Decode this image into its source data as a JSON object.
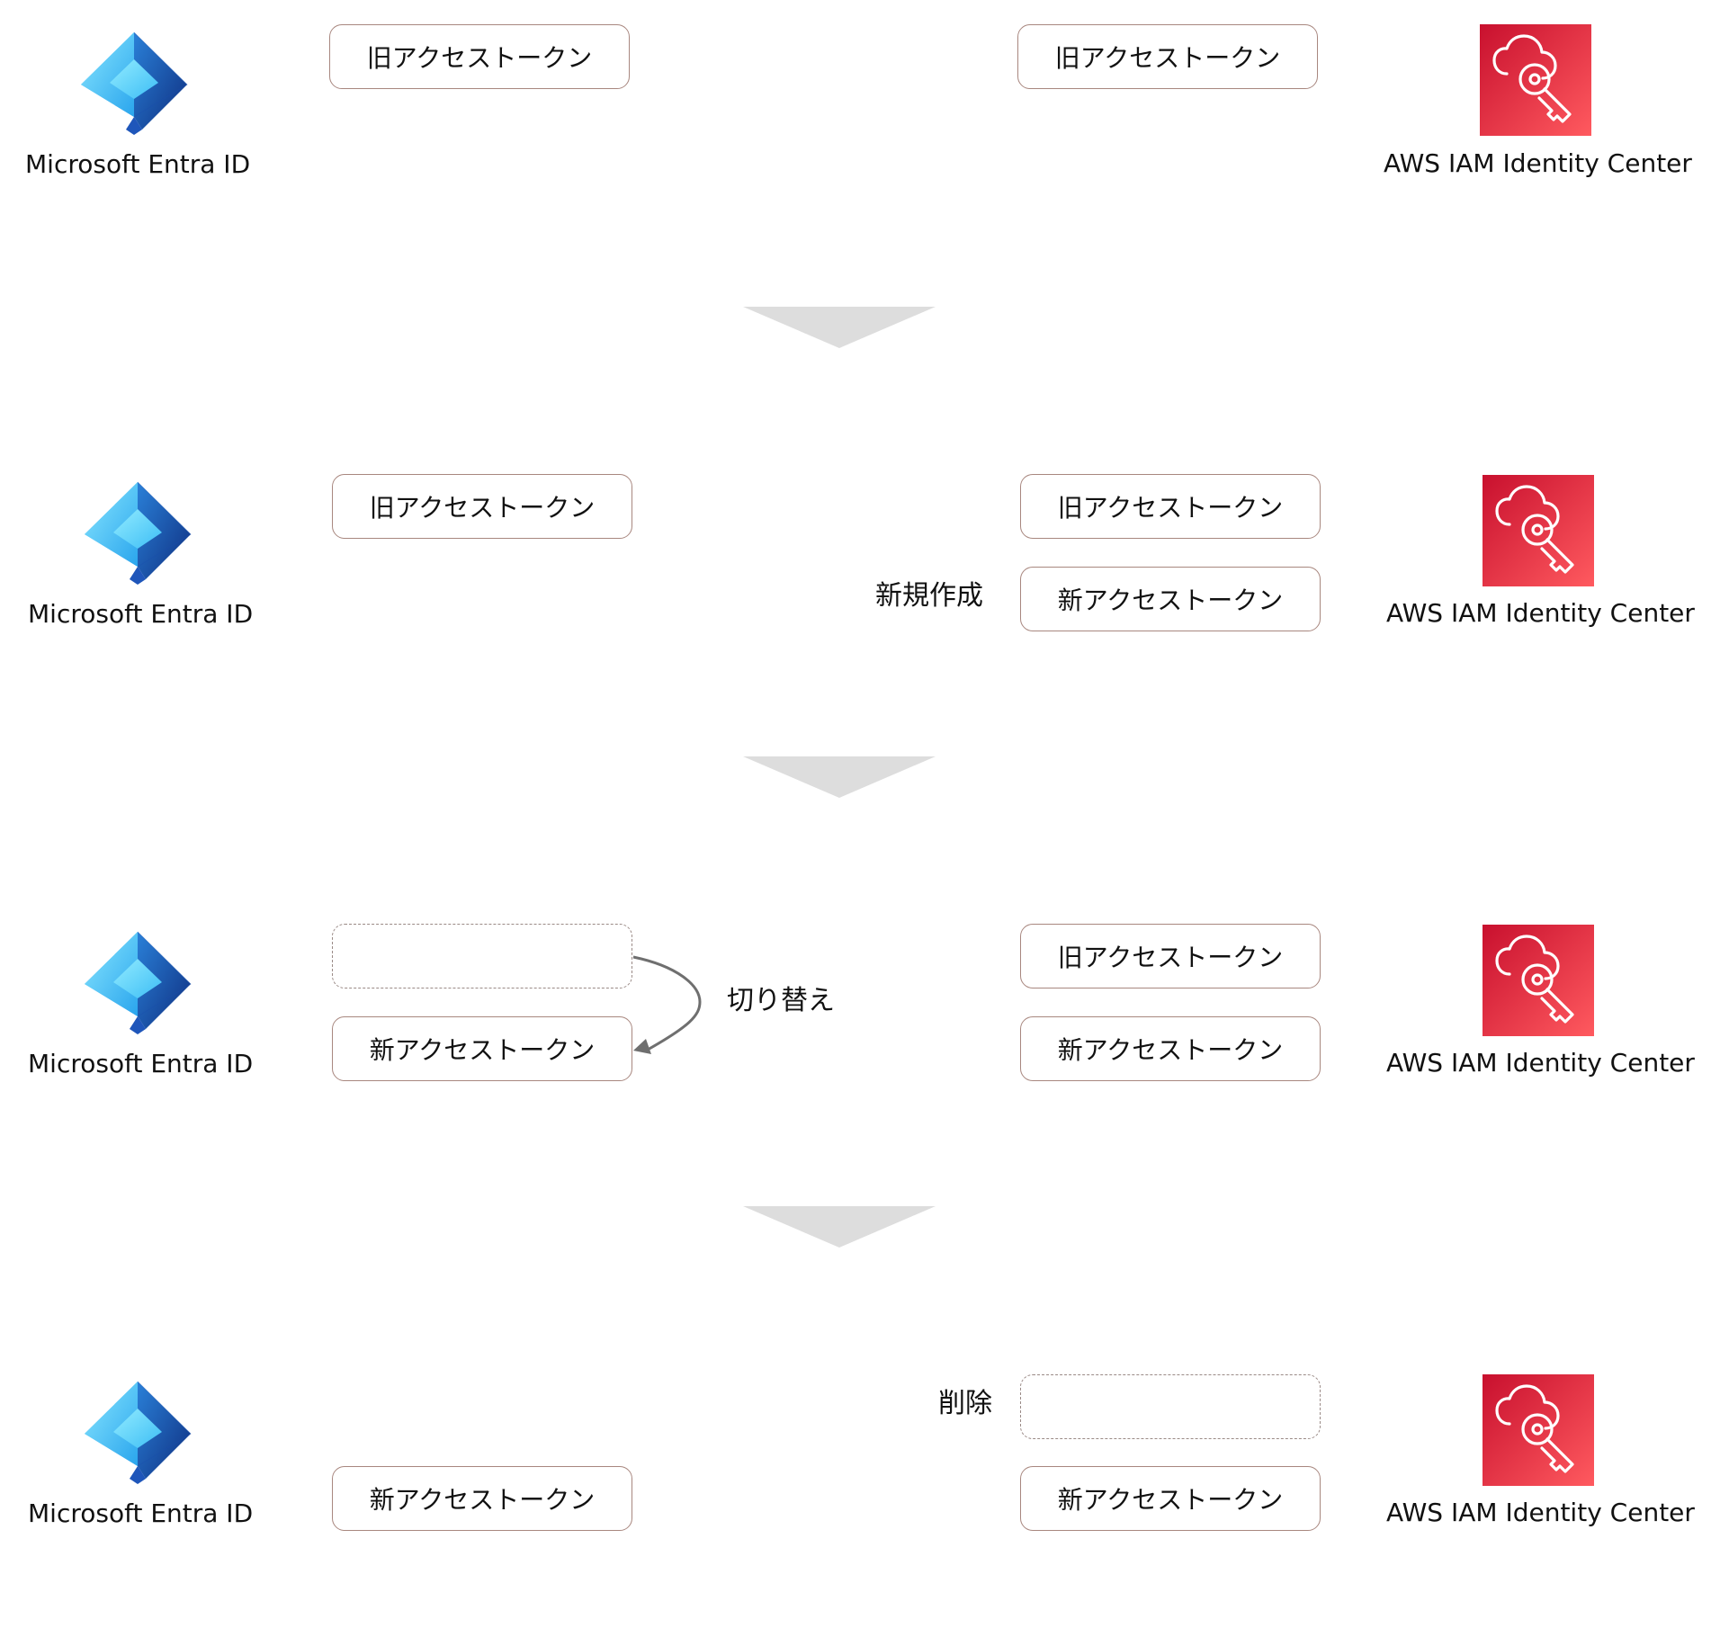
{
  "services": {
    "source_label": "Microsoft Entra ID",
    "target_label": "AWS IAM Identity Center",
    "source_icon": "microsoft-entra-id-icon",
    "target_icon": "aws-iam-identity-center-icon"
  },
  "tokens": {
    "old": "旧アクセストークン",
    "new": "新アクセストークン"
  },
  "actions": {
    "create": "新規作成",
    "switch": "切り替え",
    "delete": "削除"
  },
  "colors": {
    "aws_red_start": "#c8102e",
    "aws_red_end": "#ff5a5f",
    "entra_blue_light": "#60d9ff",
    "entra_blue_dark": "#123f9d",
    "token_border": "#a8877f",
    "stage_arrow": "#dddddd"
  }
}
